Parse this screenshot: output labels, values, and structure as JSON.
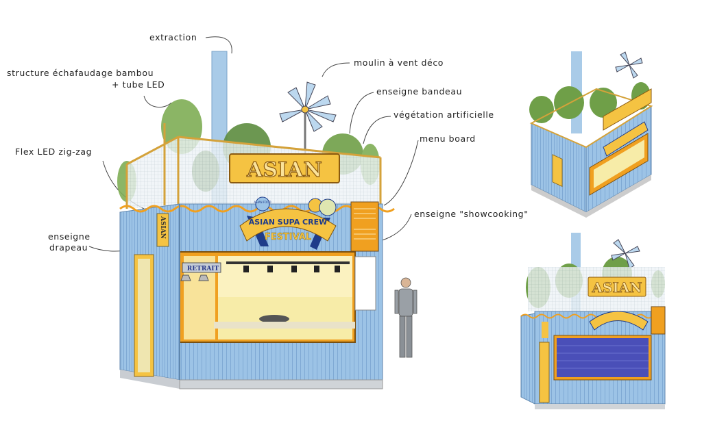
{
  "annotations": {
    "extraction": "extraction",
    "structure_line1": "structure échafaudage bambou",
    "structure_line2": "+ tube LED",
    "flex_led": "Flex LED zig-zag",
    "drapeau_line1": "enseigne",
    "drapeau_line2": "drapeau",
    "moulin": "moulin à vent déco",
    "bandeau": "enseigne bandeau",
    "vegetation": "végétation artificielle",
    "menu_board": "menu board",
    "showcooking": "enseigne \"showcooking\""
  },
  "signage": {
    "bandeau": "ASIAN",
    "asian_food": "ASIAN FOOD",
    "festival_top": "ASIAN SUPA CREW",
    "festival_bottom": "FESTIVAL",
    "flag": "ASIAN",
    "retrait": "RETRAIT"
  },
  "colors": {
    "container_blue": "#9cc3e6",
    "accent_yellow": "#f5c342",
    "navy": "#1f3c8a",
    "orange": "#f0a020"
  }
}
